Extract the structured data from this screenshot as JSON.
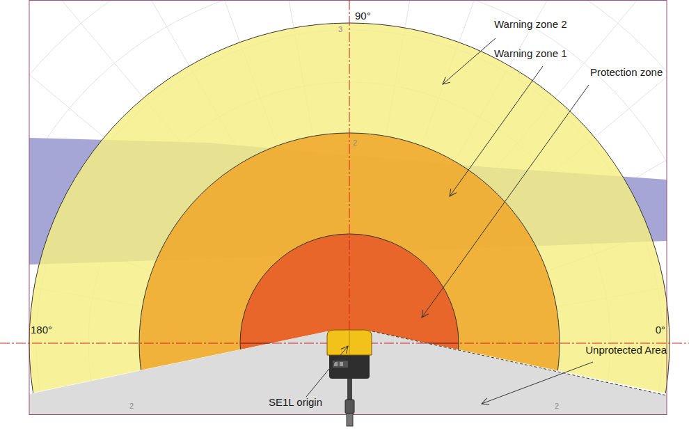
{
  "diagram": {
    "labels": [
      "90°",
      "3",
      "2",
      "2",
      "2",
      "180°",
      "0°",
      "Warning zone 2",
      "Warning zone 1",
      "Protection zone",
      "Unprotected Area",
      "SE1L origin"
    ]
  }
}
